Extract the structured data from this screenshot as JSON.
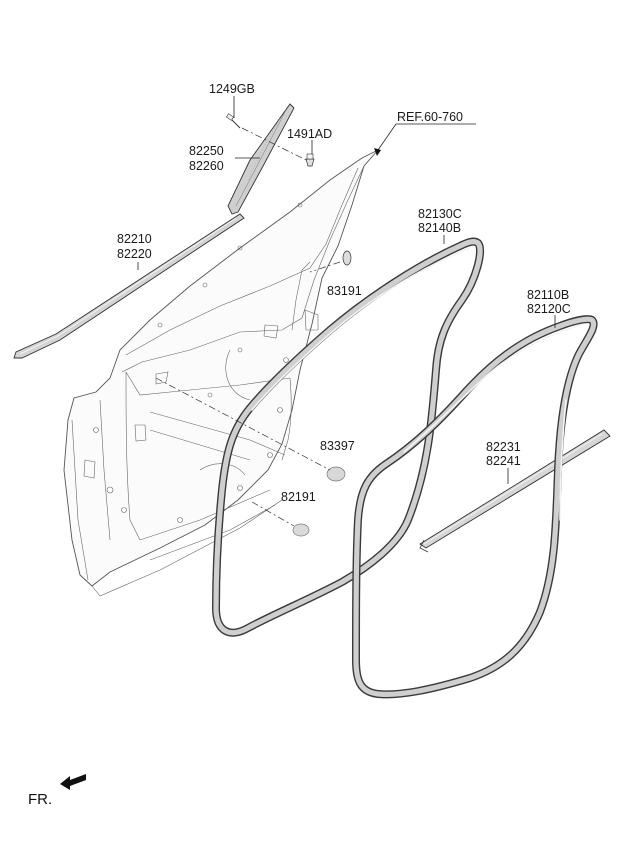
{
  "labels": {
    "p1249gb": "1249GB",
    "p1491ad": "1491AD",
    "p82250": "82250",
    "p82260": "82260",
    "ref": "REF.60-760",
    "p82210": "82210",
    "p82220": "82220",
    "p82130c": "82130C",
    "p82140b": "82140B",
    "p83191": "83191",
    "p82110b": "82110B",
    "p82120c": "82120C",
    "p83397": "83397",
    "p82231": "82231",
    "p82241": "82241",
    "p82191": "82191",
    "fr": "FR."
  }
}
